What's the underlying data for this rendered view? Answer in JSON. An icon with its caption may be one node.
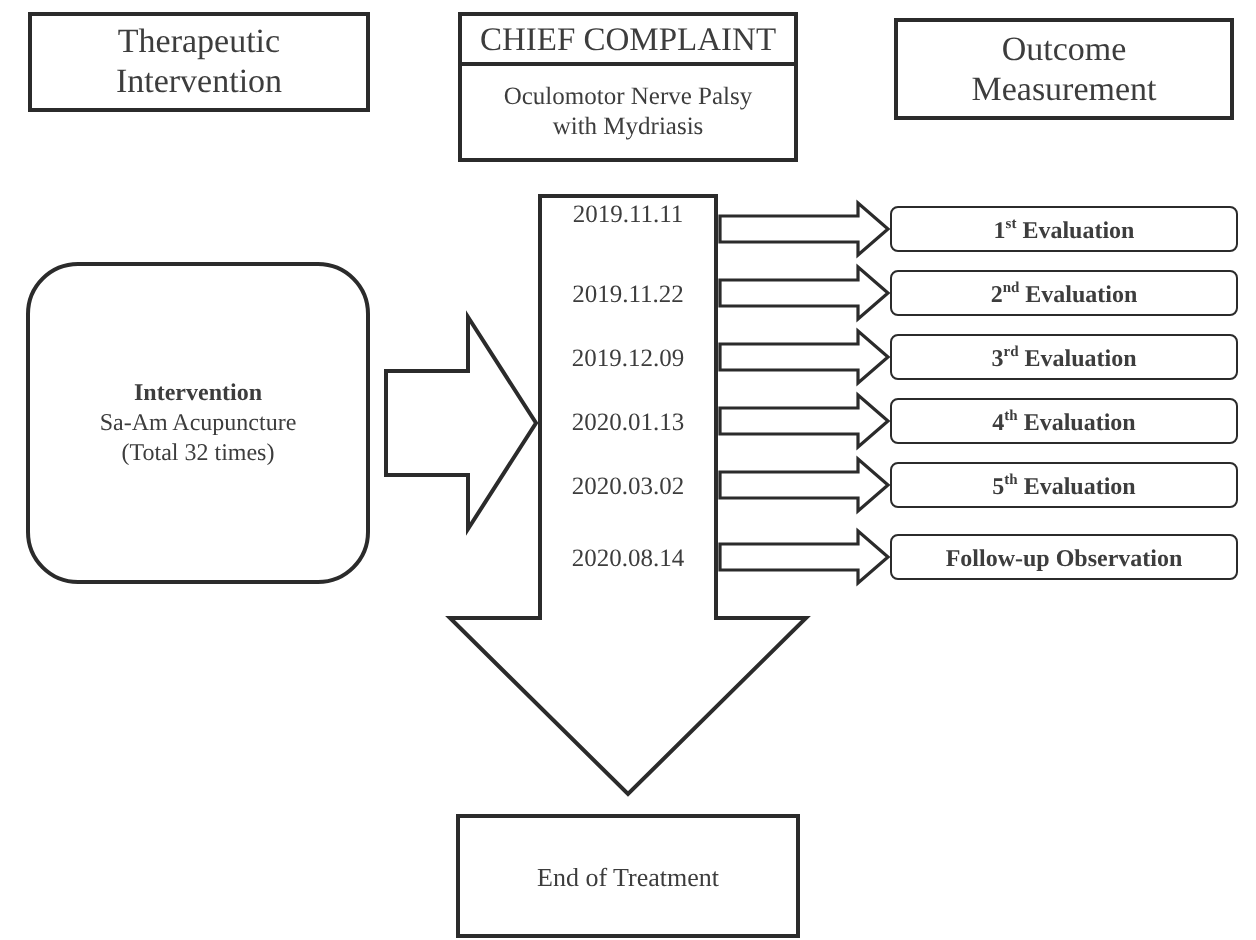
{
  "diagram": {
    "nodes": [
      {
        "text": [
          "Therapeutic Intervention"
        ]
      },
      {
        "text": [
          "CHIEF COMPLAINT",
          "Oculomotor Nerve Palsy with Mydriasis"
        ]
      },
      {
        "text": [
          "Outcome Measurement"
        ]
      },
      {
        "text": [
          "Intervention",
          "Sa-Am Acupuncture (Total 32 times)"
        ]
      },
      {
        "text": [
          "2019.11.11"
        ]
      },
      {
        "text": [
          "1$^{st}$ Evaluation"
        ]
      },
      {
        "text": [
          "2019.11.22"
        ]
      },
      {
        "text": [
          "2$^{nd}$ Evaluation"
        ]
      },
      {
        "text": [
          "2019.12.09"
        ]
      },
      {
        "text": [
          "3$^{rd}$ Evaluation"
        ]
      },
      {
        "text": [
          "2020.01.13"
        ]
      },
      {
        "text": [
          "4$^{th}$ Evaluation"
        ]
      },
      {
        "text": [
          "2020.03.02"
        ]
      },
      {
        "text": [
          "5$^{th}$ Evaluation"
        ]
      },
      {
        "text": [
          "2020.08.14"
        ]
      },
      {
        "text": [
          "Follow-up Observation"
        ]
      },
      {
        "text": [
          "End of Treatment"
        ]
      }
    ],
    "edges": [
      {
        "from": 3,
        "to": null,
        "arrow": "to"
      },
      {
        "from": 1,
        "to": 16,
        "arrow": "to"
      },
      {
        "from": 4,
        "to": 5,
        "arrow": "to"
      },
      {
        "from": 6,
        "to": 7,
        "arrow": "to"
      },
      {
        "from": 8,
        "to": 9,
        "arrow": "to"
      },
      {
        "from": 10,
        "to": 11,
        "arrow": "to"
      },
      {
        "from": 12,
        "to": 13,
        "arrow": "to"
      },
      {
        "from": 14,
        "to": 15,
        "arrow": "to"
      }
    ]
  }
}
